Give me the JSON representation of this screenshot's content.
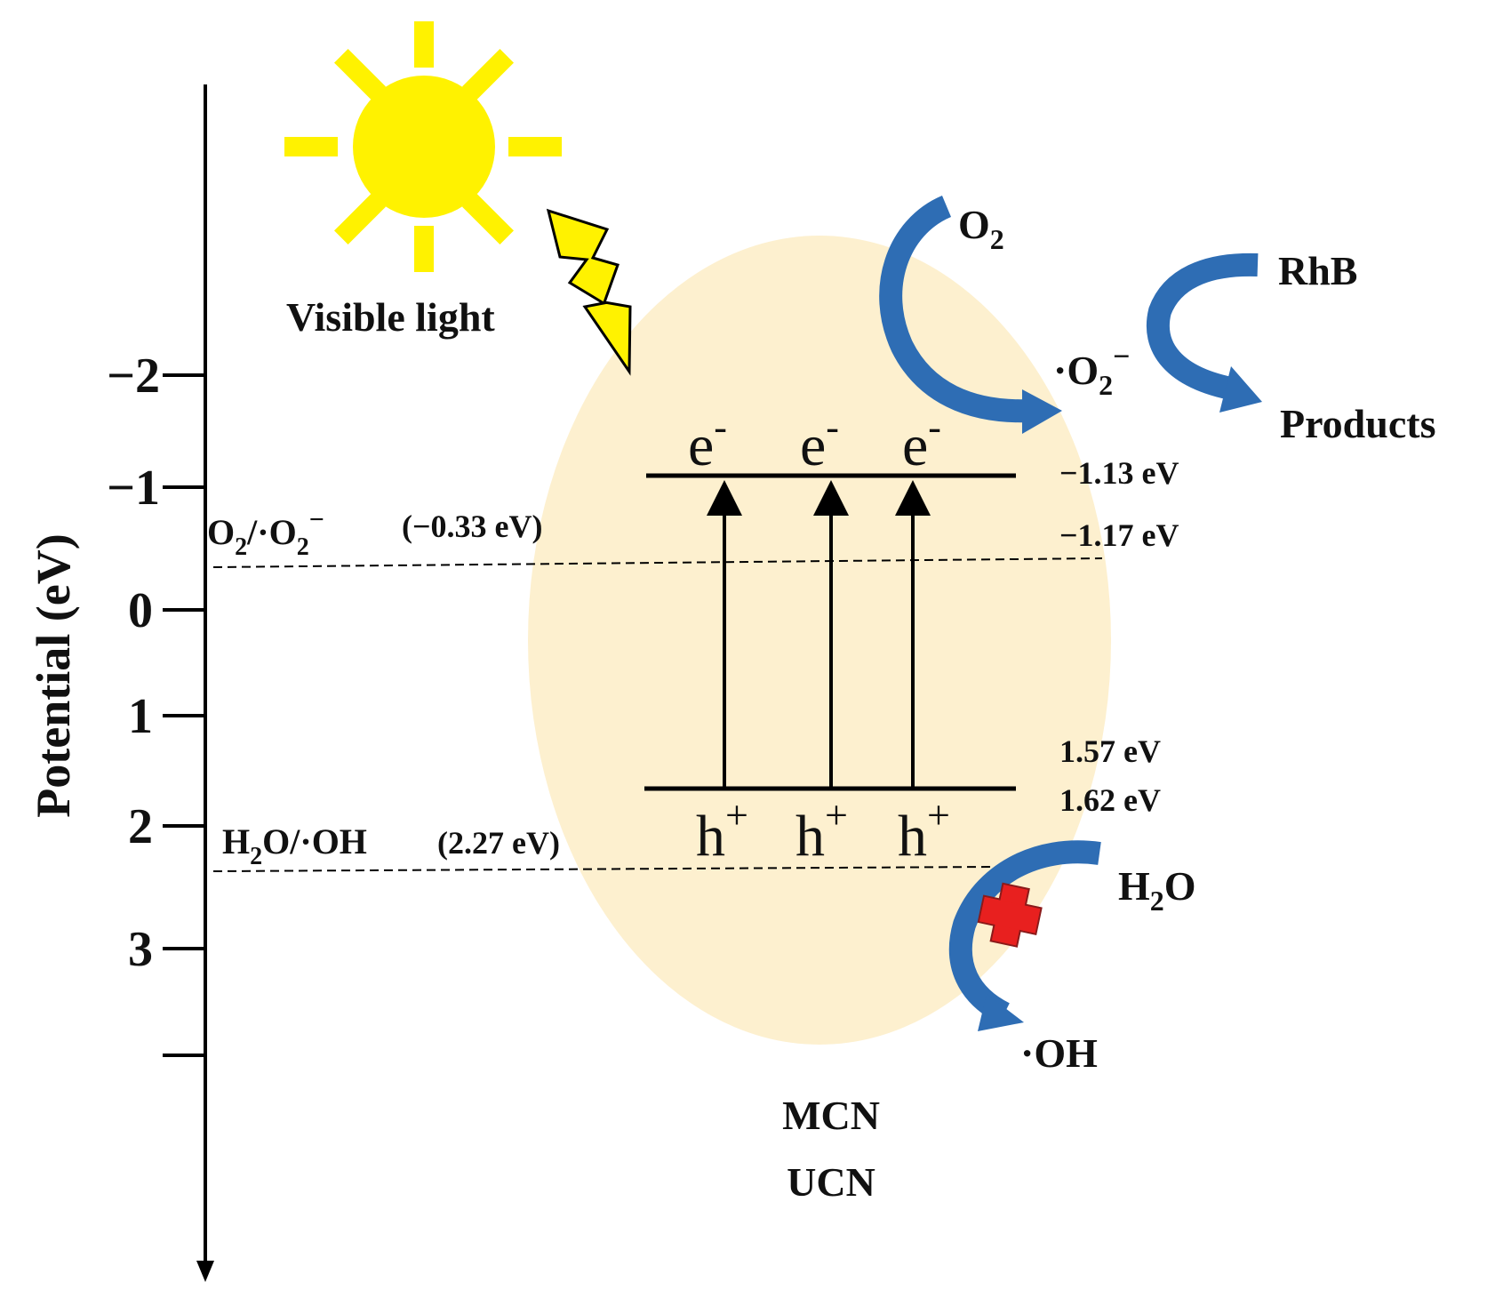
{
  "axis": {
    "title": "Potential (eV)",
    "ticks": [
      "−2",
      "−1",
      "0",
      "1",
      "2",
      "3"
    ]
  },
  "light": {
    "label": "Visible light"
  },
  "redox": {
    "o2_couple": {
      "main": "O",
      "sub": "2",
      "mid": "/·O",
      "sub2": "2",
      "sup": "−",
      "value": "(−0.33 eV)"
    },
    "h2o_couple": {
      "main": "H",
      "sub": "2",
      "rest": "O/·OH",
      "value": "(2.27 eV)"
    }
  },
  "bands": {
    "cb_values": [
      "−1.13 eV",
      "−1.17 eV"
    ],
    "vb_values": [
      "1.57 eV",
      "1.62 eV"
    ],
    "electron": {
      "base": "e",
      "sup": "-"
    },
    "hole": {
      "base": "h",
      "sup": "+"
    }
  },
  "species": {
    "o2": {
      "base": "O",
      "sub": "2"
    },
    "superoxide": {
      "pre": "·O",
      "sub": "2",
      "sup": "−"
    },
    "rhb": "RhB",
    "products": "Products",
    "h2o": {
      "base": "H",
      "sub": "2",
      "rest": "O"
    },
    "oh": "·OH"
  },
  "materials": [
    "MCN",
    "UCN"
  ],
  "colors": {
    "sun": "#FFF200",
    "bolt": "#FFF200",
    "ellipse": "#FDF0CF",
    "arrow_blue": "#2E6DB4",
    "cross": "#E8201F"
  }
}
